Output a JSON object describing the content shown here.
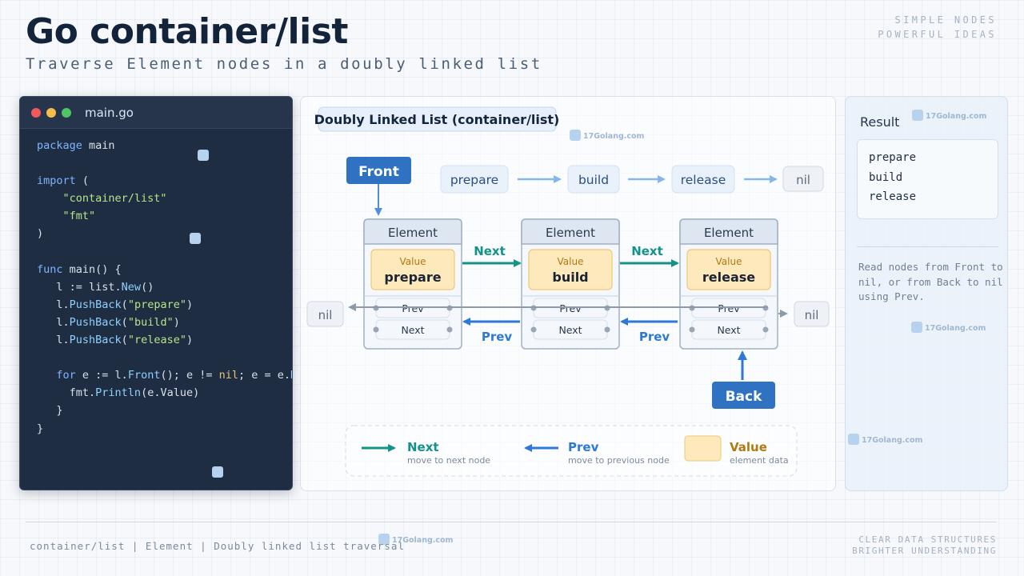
{
  "header": {
    "title": "Go container/list",
    "subtitle": "Traverse Element nodes in a doubly linked list",
    "tagline": [
      "SIMPLE  NODES",
      "POWERFUL  IDEAS"
    ]
  },
  "code": {
    "filename": "main.go",
    "window_dots": [
      "#f05a5a",
      "#f2c04a",
      "#4fc563"
    ],
    "lines": [
      [
        {
          "t": "package",
          "c": "kw"
        },
        {
          "t": " main"
        }
      ],
      [],
      [
        {
          "t": "import",
          "c": "kw"
        },
        {
          "t": " ("
        }
      ],
      [
        {
          "t": "    "
        },
        {
          "t": "\"container/list\"",
          "c": "str"
        }
      ],
      [
        {
          "t": "    "
        },
        {
          "t": "\"fmt\"",
          "c": "str"
        }
      ],
      [
        {
          "t": ")"
        }
      ],
      [],
      [
        {
          "t": "func",
          "c": "kw"
        },
        {
          "t": " main() {"
        }
      ],
      [
        {
          "t": "   l := list."
        },
        {
          "t": "New",
          "c": "fn"
        },
        {
          "t": "()"
        }
      ],
      [
        {
          "t": "   l."
        },
        {
          "t": "PushBack",
          "c": "fn"
        },
        {
          "t": "("
        },
        {
          "t": "\"prepare\"",
          "c": "str"
        },
        {
          "t": ")"
        }
      ],
      [
        {
          "t": "   l."
        },
        {
          "t": "PushBack",
          "c": "fn"
        },
        {
          "t": "("
        },
        {
          "t": "\"build\"",
          "c": "str"
        },
        {
          "t": ")"
        }
      ],
      [
        {
          "t": "   l."
        },
        {
          "t": "PushBack",
          "c": "fn"
        },
        {
          "t": "("
        },
        {
          "t": "\"release\"",
          "c": "str"
        },
        {
          "t": ")"
        }
      ],
      [],
      [
        {
          "t": "   "
        },
        {
          "t": "for",
          "c": "kw"
        },
        {
          "t": " e := l."
        },
        {
          "t": "Front",
          "c": "fn"
        },
        {
          "t": "(); e != "
        },
        {
          "t": "nil",
          "c": "nil"
        },
        {
          "t": "; e = e."
        },
        {
          "t": "Next",
          "c": "fn"
        },
        {
          "t": "() {"
        }
      ],
      [
        {
          "t": "     fmt."
        },
        {
          "t": "Println",
          "c": "fn"
        },
        {
          "t": "(e.Value)"
        }
      ],
      [
        {
          "t": "   }"
        }
      ],
      [
        {
          "t": "}"
        }
      ]
    ]
  },
  "diagram": {
    "title": "Doubly Linked List (container/list)",
    "front_label": "Front",
    "back_label": "Back",
    "nil_label": "nil",
    "sequence": [
      "prepare",
      "build",
      "release"
    ],
    "elements": [
      {
        "header": "Element",
        "value_label": "Value",
        "value": "prepare",
        "prev_label": "Prev",
        "next_label": "Next"
      },
      {
        "header": "Element",
        "value_label": "Value",
        "value": "build",
        "prev_label": "Prev",
        "next_label": "Next"
      },
      {
        "header": "Element",
        "value_label": "Value",
        "value": "release",
        "prev_label": "Prev",
        "next_label": "Next"
      }
    ],
    "next_link_label": "Next",
    "prev_link_label": "Prev",
    "legend": [
      {
        "key": "next",
        "label": "Next",
        "desc": "move to next node"
      },
      {
        "key": "prev",
        "label": "Prev",
        "desc": "move to previous node"
      },
      {
        "key": "value",
        "label": "Value",
        "desc": "element data"
      }
    ],
    "colors": {
      "next": "#13928a",
      "prev": "#2f79d6",
      "value_fill": "#fde9bb",
      "value_text": "#b07a12",
      "pointer_box": "#2f72c2"
    }
  },
  "result": {
    "title": "Result",
    "lines": [
      "prepare",
      "build",
      "release"
    ],
    "note": "Read nodes from Front to nil, or from Back to nil using Prev."
  },
  "watermark": "17Golang.com",
  "footer": {
    "left": "container/list  |  Element  |  Doubly linked list traversal",
    "right": [
      "CLEAR DATA STRUCTURES",
      "BRIGHTER UNDERSTANDING"
    ]
  }
}
